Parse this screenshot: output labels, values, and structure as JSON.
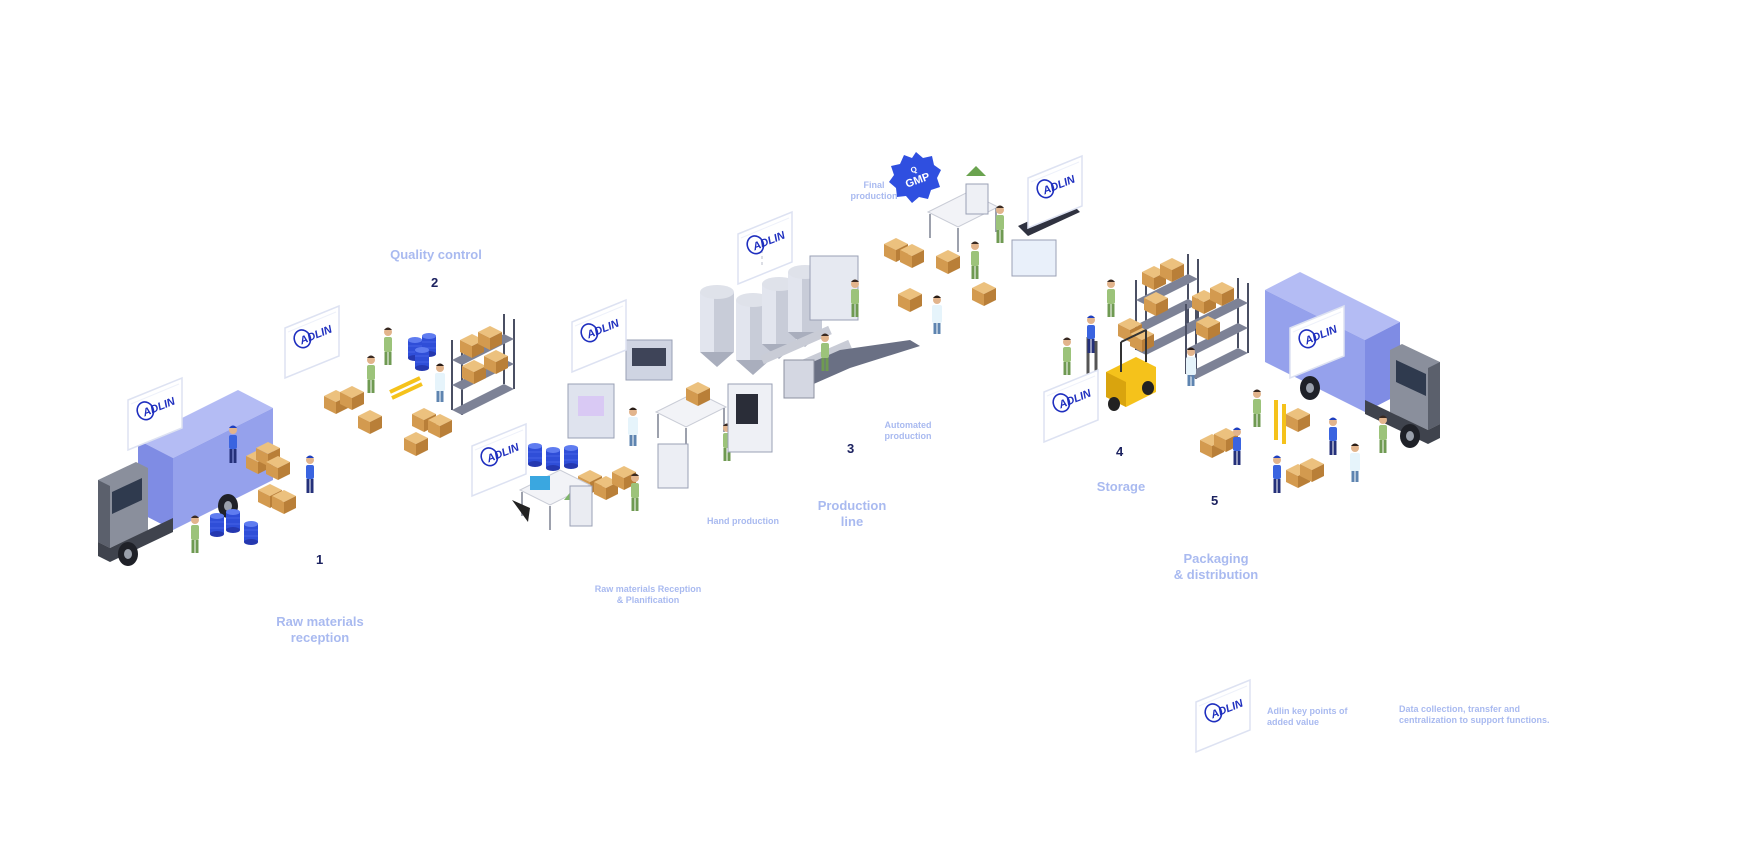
{
  "brand": {
    "logo_text": "ADLIN"
  },
  "badge": {
    "letter": "Q",
    "text": "GMP"
  },
  "colors": {
    "label": "#a9baf0",
    "number": "#1c2260",
    "truck": "#8a96e6",
    "brand": "#1f2fbf",
    "box": "#d9a35a",
    "barrel": "#2f4ed8",
    "forklift": "#f5c21b"
  },
  "stages": [
    {
      "number": "1",
      "title": "Raw materials\nreception"
    },
    {
      "number": "2",
      "title": "Quality control"
    },
    {
      "number": "3",
      "title": "Production\nline"
    },
    {
      "number": "4",
      "title": "Storage"
    },
    {
      "number": "5",
      "title": "Packaging\n& distribution"
    }
  ],
  "sub_labels": {
    "reception_planification": "Raw materials Reception\n& Planification",
    "hand_production": "Hand production",
    "automated_production": "Automated\nproduction",
    "final_production": "Final\nproduction"
  },
  "legend": {
    "key_points": "Adlin key points of\nadded value",
    "data_collection": "Data collection, transfer and\ncentralization to support functions."
  }
}
